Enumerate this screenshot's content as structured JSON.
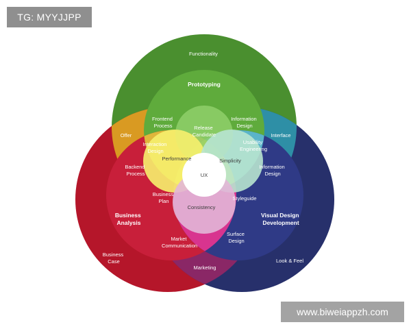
{
  "badges": {
    "top_left": "TG: MYYJJPP",
    "bottom_right": "www.biweiappzh.com"
  },
  "colors": {
    "prototyping": "#4a8f2f",
    "business": "#b5162a",
    "visual": "#27306b"
  },
  "circles": {
    "prototyping": "Prototyping",
    "business": [
      "Business",
      "Analysis"
    ],
    "visual": [
      "Visual Design",
      "Development"
    ]
  },
  "labels": {
    "functionality": "Functionality",
    "frontend": [
      "Frontend",
      "Process"
    ],
    "information_design_top": [
      "Information",
      "Design"
    ],
    "offer": "Offer",
    "release": [
      "Release",
      "Candidate"
    ],
    "interface": "Interface",
    "interaction": [
      "Interaction",
      "Design"
    ],
    "usability": [
      "Usability",
      "Engineering"
    ],
    "performance": "Performance",
    "simplicity": "Simplicity",
    "backend": [
      "Backend",
      "Process"
    ],
    "information_design_right": [
      "Information",
      "Design"
    ],
    "ux": "UX",
    "business_plan": [
      "Business",
      "Plan"
    ],
    "styleguide": "Styleguide",
    "consistency": "Consistency",
    "market": [
      "Market",
      "Communication"
    ],
    "surface": [
      "Surface",
      "Design"
    ],
    "business_case": [
      "Business",
      "Case"
    ],
    "look_feel": "Look & Feel",
    "marketing": "Marketing"
  }
}
